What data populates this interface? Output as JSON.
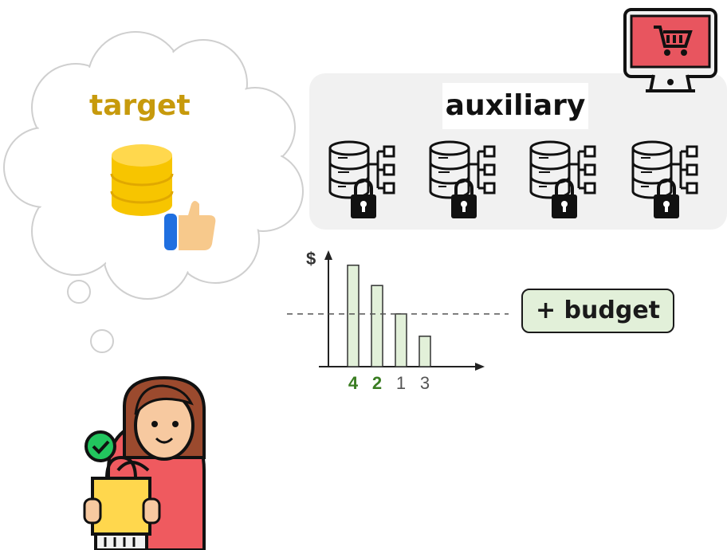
{
  "labels": {
    "target": "target",
    "auxiliary": "auxiliary",
    "budget": "+ budget"
  },
  "icons": {
    "target_database": "database-icon",
    "thumbs_up": "thumbs-up-icon",
    "auxiliary_databases": [
      "locked-database-icon",
      "locked-database-icon",
      "locked-database-icon",
      "locked-database-icon"
    ],
    "monitor": "shopping-cart-monitor-icon",
    "shopper": "shopper-with-bag-icon",
    "check": "check-icon"
  },
  "colors": {
    "target_text": "#c79a0c",
    "bar_fill": "#e2f0d9",
    "selected_tick": "#3a7d22",
    "budget_fill": "#e2f0d9"
  },
  "chart_data": {
    "type": "bar",
    "ylabel": "$",
    "categories": [
      "4",
      "2",
      "1",
      "3"
    ],
    "values": [
      1.0,
      0.8,
      0.52,
      0.3
    ],
    "ylim": [
      0,
      1.1
    ],
    "budget_threshold": 0.52,
    "selected": [
      "4",
      "2"
    ]
  }
}
